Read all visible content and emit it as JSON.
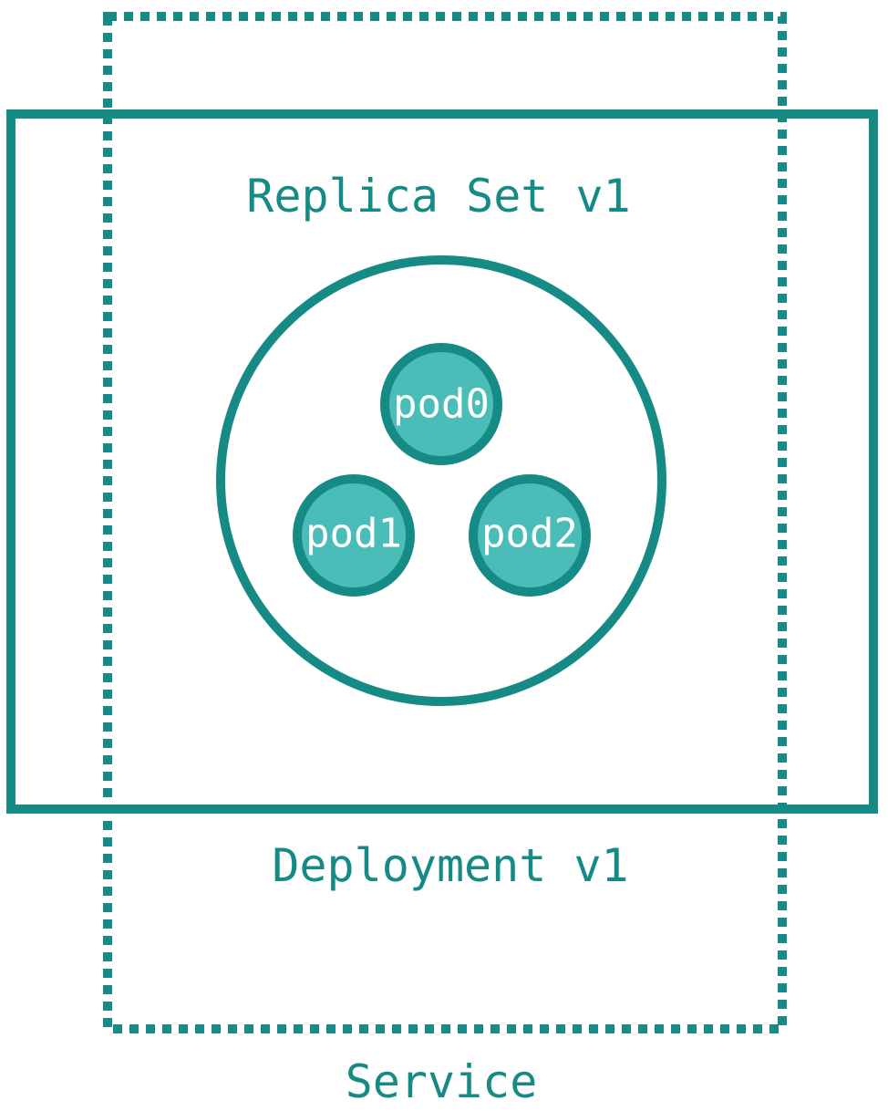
{
  "colors": {
    "stroke": "#168a84",
    "pod_fill": "#4bbdb8",
    "pod_text": "#ffffff",
    "background": "#ffffff"
  },
  "service": {
    "label": "Service",
    "style": "dotted"
  },
  "deployment": {
    "label": "Deployment v1"
  },
  "replica_set": {
    "label": "Replica Set v1"
  },
  "pods": [
    {
      "label": "pod0"
    },
    {
      "label": "pod1"
    },
    {
      "label": "pod2"
    }
  ]
}
